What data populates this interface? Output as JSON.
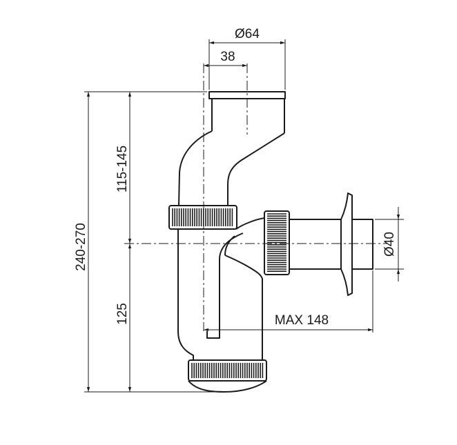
{
  "drawing": {
    "title": "",
    "dimensions": {
      "outer_diameter": "Ø64",
      "inner_width": "38",
      "upper_height": "115-145",
      "total_height": "240-270",
      "lower_height": "125",
      "outlet_length": "MAX 148",
      "outlet_diameter": "Ø40"
    }
  }
}
